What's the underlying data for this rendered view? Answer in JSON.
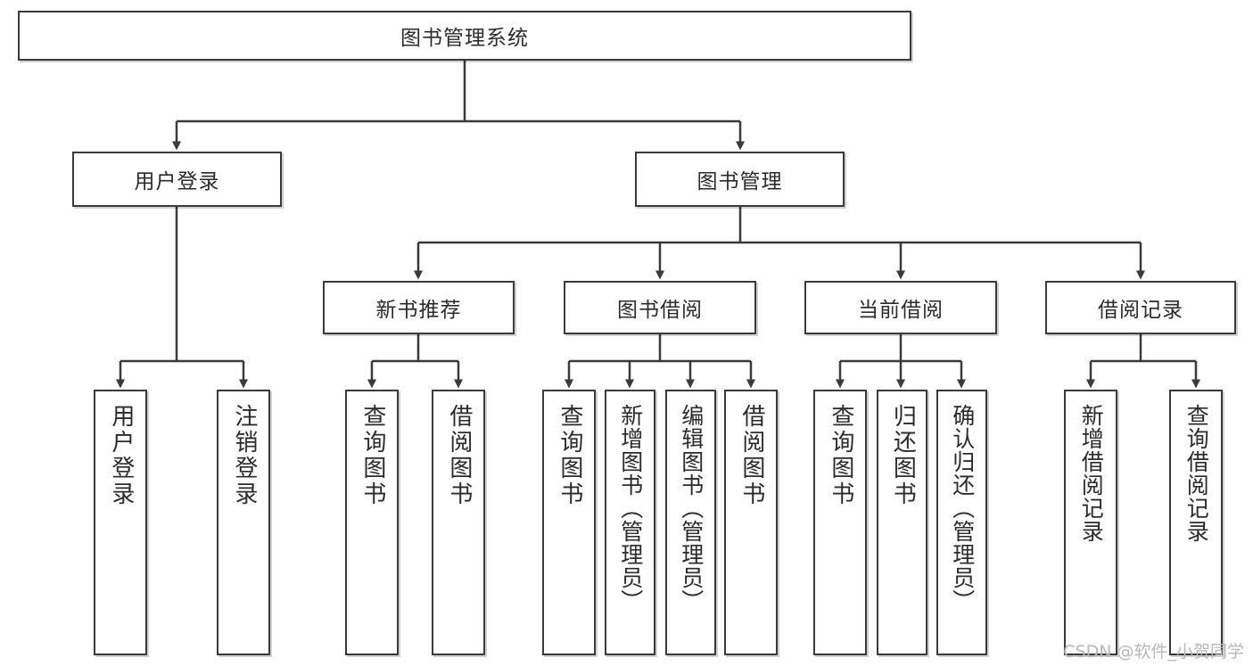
{
  "diagram": {
    "type": "tree-hierarchy",
    "title": "图书管理系统",
    "root": {
      "label": "图书管理系统"
    },
    "level2": [
      {
        "label": "用户登录"
      },
      {
        "label": "图书管理"
      }
    ],
    "level3": [
      {
        "label": "新书推荐"
      },
      {
        "label": "图书借阅"
      },
      {
        "label": "当前借阅"
      },
      {
        "label": "借阅记录"
      }
    ],
    "leaves": [
      {
        "label": "用户登录",
        "parent": "用户登录"
      },
      {
        "label": "注销登录",
        "parent": "用户登录"
      },
      {
        "label": "查询图书",
        "parent": "新书推荐"
      },
      {
        "label": "借阅图书",
        "parent": "新书推荐"
      },
      {
        "label": "查询图书",
        "parent": "图书借阅"
      },
      {
        "label": "新增图书（管理员）",
        "parent": "图书借阅"
      },
      {
        "label": "编辑图书（管理员）",
        "parent": "图书借阅"
      },
      {
        "label": "借阅图书",
        "parent": "图书借阅"
      },
      {
        "label": "查询图书",
        "parent": "当前借阅"
      },
      {
        "label": "归还图书",
        "parent": "当前借阅"
      },
      {
        "label": "确认归还（管理员）",
        "parent": "当前借阅"
      },
      {
        "label": "新增借阅记录",
        "parent": "借阅记录"
      },
      {
        "label": "查询借阅记录",
        "parent": "借阅记录"
      }
    ],
    "colors": {
      "stroke": "#3a3a3a",
      "fill": "#ffffff",
      "text": "#2b2b2b",
      "watermark": "#b8b8b8"
    }
  },
  "watermark": {
    "text": "CSDN @软件_小贺同学"
  }
}
